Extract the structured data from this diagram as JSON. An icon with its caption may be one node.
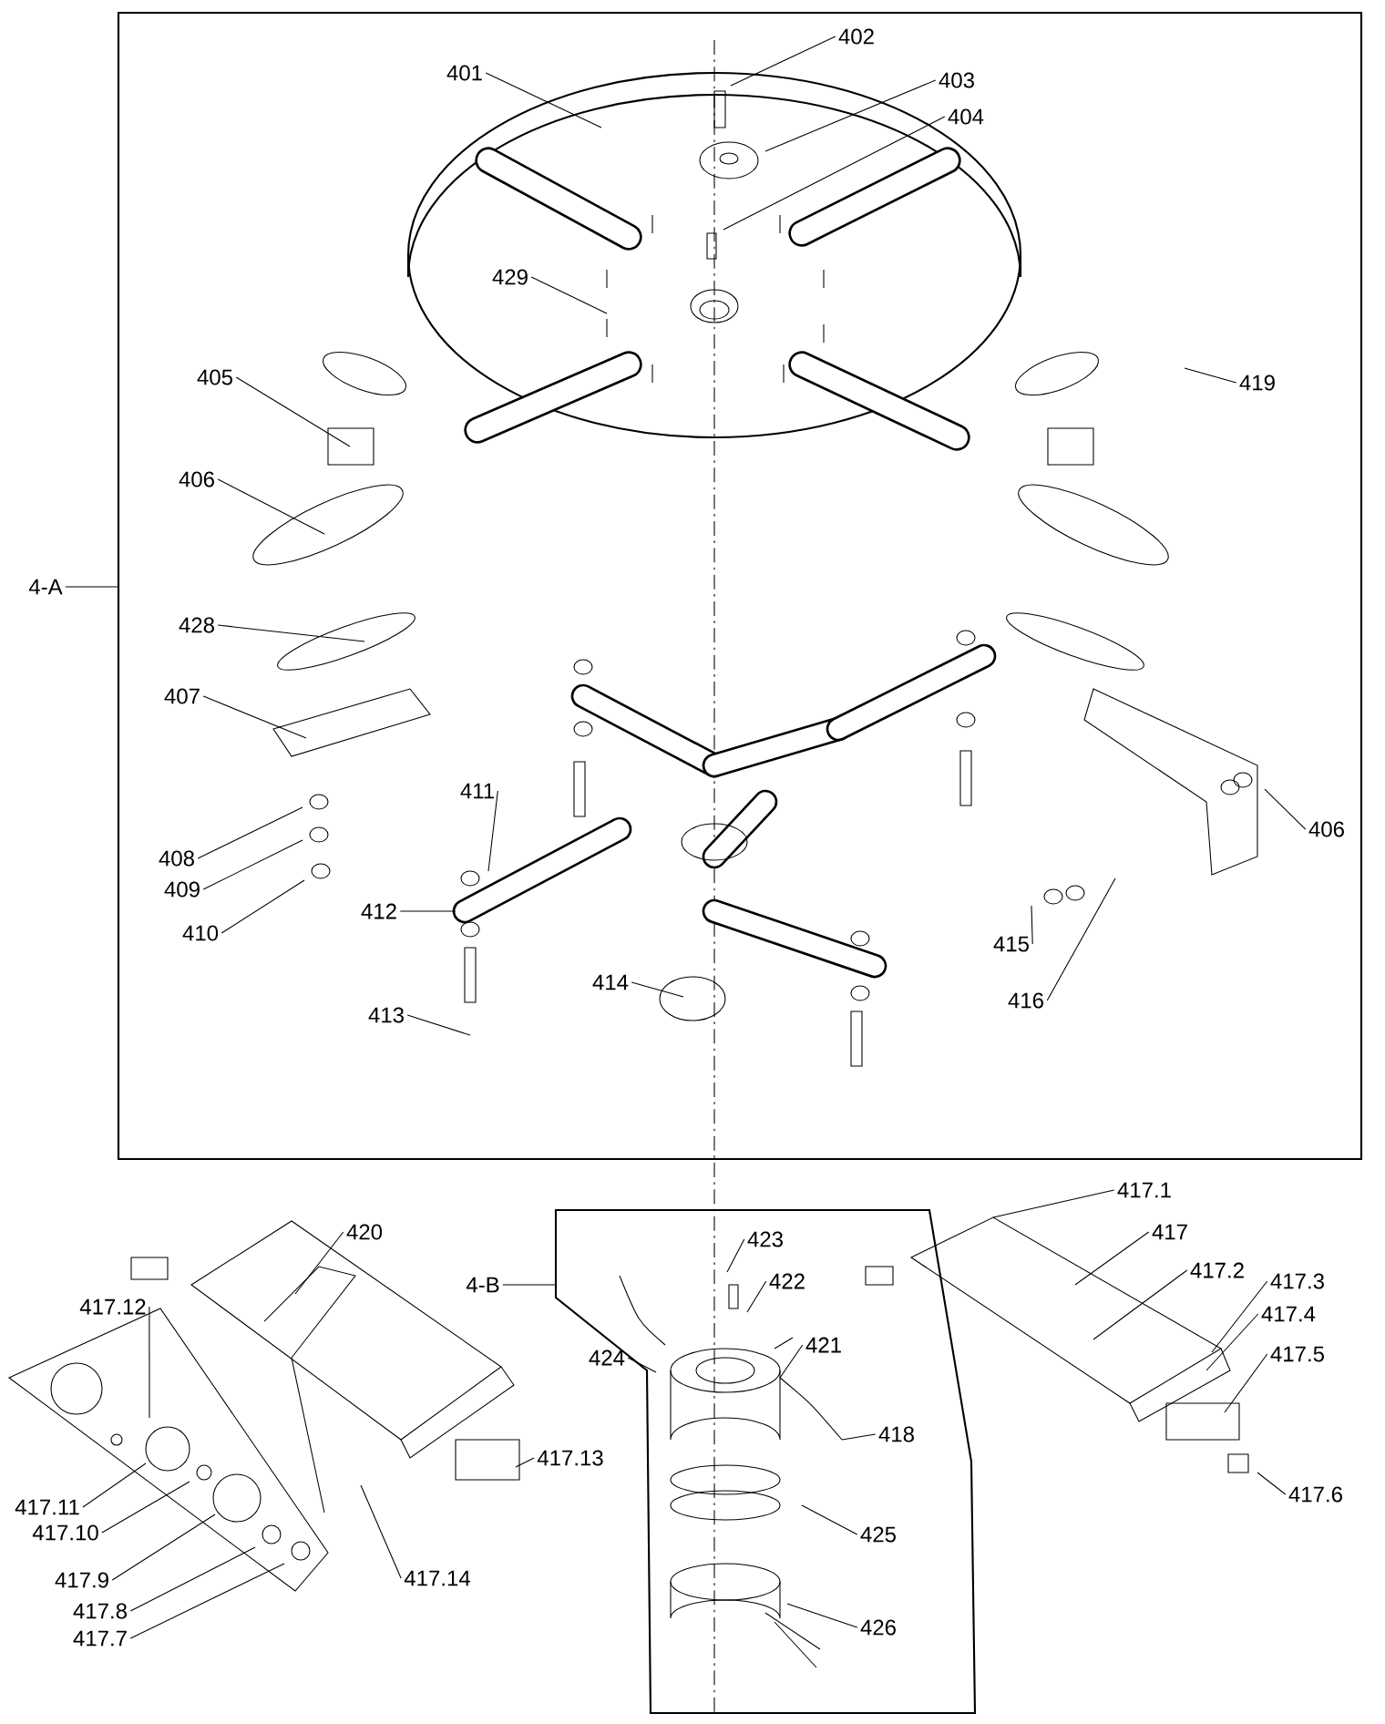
{
  "diagram": {
    "nodes": [
      {
        "text": [],
        "shape": "box"
      },
      {
        "text": [
          "401"
        ],
        "in": 0
      },
      {
        "text": [
          "402"
        ],
        "in": 0
      },
      {
        "text": [
          "403"
        ],
        "in": 0
      },
      {
        "text": [
          "404"
        ],
        "in": 0
      },
      {
        "text": [
          "429"
        ],
        "in": 0
      },
      {
        "text": [
          "405"
        ],
        "in": 0
      },
      {
        "text": [
          "419"
        ],
        "in": 0
      },
      {
        "text": [
          "406"
        ],
        "in": 0
      },
      {
        "text": [
          "428"
        ],
        "in": 0
      },
      {
        "text": [
          "407"
        ],
        "in": 0
      },
      {
        "text": [
          "408"
        ],
        "in": 0
      },
      {
        "text": [
          "409"
        ],
        "in": 0
      },
      {
        "text": [
          "410"
        ],
        "in": 0
      },
      {
        "text": [
          "411"
        ],
        "in": 0
      },
      {
        "text": [
          "412"
        ],
        "in": 0
      },
      {
        "text": [
          "413"
        ],
        "in": 0
      },
      {
        "text": [
          "414"
        ],
        "in": 0
      },
      {
        "text": [
          "415"
        ],
        "in": 0
      },
      {
        "text": [
          "416"
        ],
        "in": 0
      },
      {
        "text": [
          "406"
        ],
        "in": 0
      },
      {
        "text": [
          "4-A"
        ]
      },
      {
        "text": [
          "420"
        ]
      },
      {
        "text": [
          "417.12"
        ]
      },
      {
        "text": [
          "417.11"
        ]
      },
      {
        "text": [
          "417.10"
        ]
      },
      {
        "text": [
          "417.9"
        ]
      },
      {
        "text": [
          "417.8"
        ]
      },
      {
        "text": [
          "417.7"
        ]
      },
      {
        "text": [
          "417.13"
        ]
      },
      {
        "text": [
          "417.14"
        ]
      },
      {
        "text": [],
        "shape": "box"
      },
      {
        "text": [
          "4-B"
        ]
      },
      {
        "text": [
          "423"
        ],
        "in": 31
      },
      {
        "text": [
          "422"
        ],
        "in": 31
      },
      {
        "text": [
          "424"
        ],
        "in": 31
      },
      {
        "text": [
          "421"
        ],
        "in": 31
      },
      {
        "text": [
          "418"
        ],
        "in": 31
      },
      {
        "text": [
          "425"
        ],
        "in": 31
      },
      {
        "text": [
          "426"
        ],
        "in": 31
      },
      {
        "text": [
          "417.1"
        ]
      },
      {
        "text": [
          "417"
        ]
      },
      {
        "text": [
          "417.2"
        ]
      },
      {
        "text": [
          "417.3"
        ]
      },
      {
        "text": [
          "417.4"
        ]
      },
      {
        "text": [
          "417.5"
        ]
      },
      {
        "text": [
          "417.6"
        ]
      }
    ],
    "edges": [
      {
        "from": 1,
        "to": null,
        "arrow": "none"
      },
      {
        "from": 2,
        "to": null,
        "arrow": "none"
      },
      {
        "from": 3,
        "to": null,
        "arrow": "none"
      },
      {
        "from": 4,
        "to": null,
        "arrow": "none"
      },
      {
        "from": 5,
        "to": null,
        "arrow": "none"
      },
      {
        "from": 6,
        "to": null,
        "arrow": "none"
      },
      {
        "from": 7,
        "to": null,
        "arrow": "none"
      },
      {
        "from": 8,
        "to": null,
        "arrow": "none"
      },
      {
        "from": 9,
        "to": null,
        "arrow": "none"
      },
      {
        "from": 10,
        "to": null,
        "arrow": "none"
      },
      {
        "from": 11,
        "to": null,
        "arrow": "none"
      },
      {
        "from": 12,
        "to": null,
        "arrow": "none"
      },
      {
        "from": 13,
        "to": null,
        "arrow": "none"
      },
      {
        "from": 14,
        "to": null,
        "arrow": "none"
      },
      {
        "from": 15,
        "to": null,
        "arrow": "none"
      },
      {
        "from": 16,
        "to": null,
        "arrow": "none"
      },
      {
        "from": 17,
        "to": null,
        "arrow": "none"
      },
      {
        "from": 18,
        "to": null,
        "arrow": "none"
      },
      {
        "from": 19,
        "to": null,
        "arrow": "none"
      },
      {
        "from": 20,
        "to": null,
        "arrow": "none"
      },
      {
        "from": 21,
        "to": 0,
        "arrow": "none"
      },
      {
        "from": 22,
        "to": null,
        "arrow": "none"
      },
      {
        "from": 23,
        "to": null,
        "arrow": "none"
      },
      {
        "from": 24,
        "to": null,
        "arrow": "none"
      },
      {
        "from": 25,
        "to": null,
        "arrow": "none"
      },
      {
        "from": 26,
        "to": null,
        "arrow": "none"
      },
      {
        "from": 27,
        "to": null,
        "arrow": "none"
      },
      {
        "from": 28,
        "to": null,
        "arrow": "none"
      },
      {
        "from": 29,
        "to": null,
        "arrow": "none"
      },
      {
        "from": 30,
        "to": null,
        "arrow": "none"
      },
      {
        "from": 32,
        "to": 31,
        "arrow": "none"
      },
      {
        "from": 33,
        "to": null,
        "arrow": "none"
      },
      {
        "from": 34,
        "to": null,
        "arrow": "none"
      },
      {
        "from": 35,
        "to": null,
        "arrow": "none"
      },
      {
        "from": 36,
        "to": null,
        "arrow": "none"
      },
      {
        "from": 37,
        "to": null,
        "arrow": "none"
      },
      {
        "from": 38,
        "to": null,
        "arrow": "none"
      },
      {
        "from": 39,
        "to": null,
        "arrow": "none"
      },
      {
        "from": 40,
        "to": null,
        "arrow": "none"
      },
      {
        "from": 41,
        "to": null,
        "arrow": "none"
      },
      {
        "from": 42,
        "to": null,
        "arrow": "none"
      },
      {
        "from": 43,
        "to": null,
        "arrow": "none"
      },
      {
        "from": 44,
        "to": null,
        "arrow": "none"
      },
      {
        "from": 45,
        "to": null,
        "arrow": "none"
      },
      {
        "from": 46,
        "to": null,
        "arrow": "none"
      }
    ]
  }
}
